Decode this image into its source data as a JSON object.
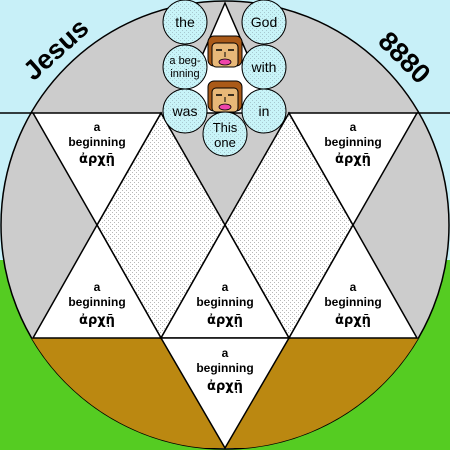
{
  "corner_labels": {
    "left": "Jesus",
    "right": "8880"
  },
  "circles": {
    "the": "the",
    "god": "God",
    "a_beginning_line1": "a beg-",
    "a_beginning_line2": "inning",
    "with": "with",
    "was": "was",
    "in": "in",
    "this_line1": "This",
    "this_line2": "one"
  },
  "triangle_label": {
    "english_line1": "a",
    "english_line2": "beginning",
    "greek": "ἀρχῇ"
  },
  "colors": {
    "sky": "#c8f0f8",
    "grass": "#55cc22",
    "disc": "#cccccc",
    "brown": "#bb8811",
    "circle_fill": "#c8f4f8",
    "skin": "#e8b878",
    "hair": "#aa5a18",
    "lips": "#ee44aa"
  },
  "icons": [
    "face-icon",
    "face-icon"
  ]
}
